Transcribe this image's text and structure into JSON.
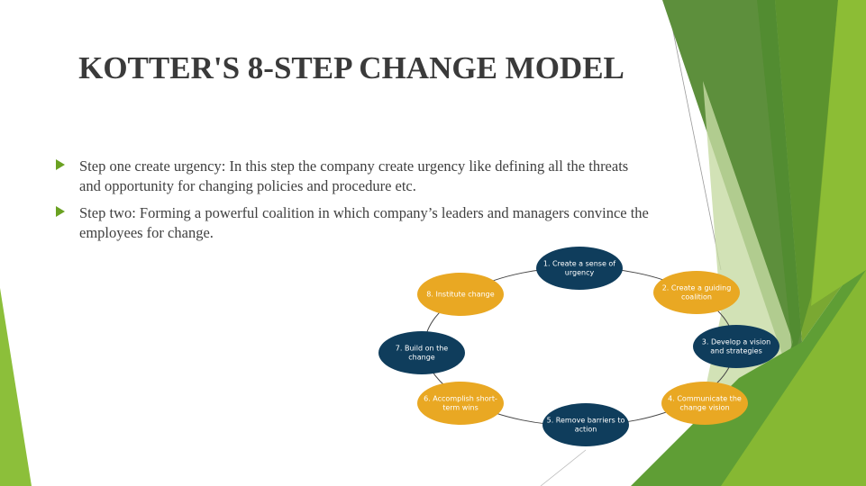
{
  "title": "KOTTER'S 8-STEP CHANGE MODEL",
  "bullets": [
    "Step one create urgency: In this step the company create urgency like defining all the threats and opportunity for changing policies and procedure etc.",
    "Step two: Forming a powerful coalition in which company’s leaders and managers convince the employees for change."
  ],
  "diagram": {
    "steps": [
      {
        "label": "1. Create a sense of urgency",
        "color": "#0f3d5c"
      },
      {
        "label": "2. Create a guiding coalition",
        "color": "#e9a823"
      },
      {
        "label": "3. Develop a vision and strategies",
        "color": "#0f3d5c"
      },
      {
        "label": "4. Communicate the change vision",
        "color": "#e9a823"
      },
      {
        "label": "5. Remove barriers to action",
        "color": "#0f3d5c"
      },
      {
        "label": "6. Accomplish short-term wins",
        "color": "#e9a823"
      },
      {
        "label": "7. Build on the change",
        "color": "#0f3d5c"
      },
      {
        "label": "8. Institute change",
        "color": "#e9a823"
      }
    ]
  },
  "colors": {
    "accent": "#6aa121",
    "navy": "#0f3d5c",
    "orange": "#e9a823"
  }
}
